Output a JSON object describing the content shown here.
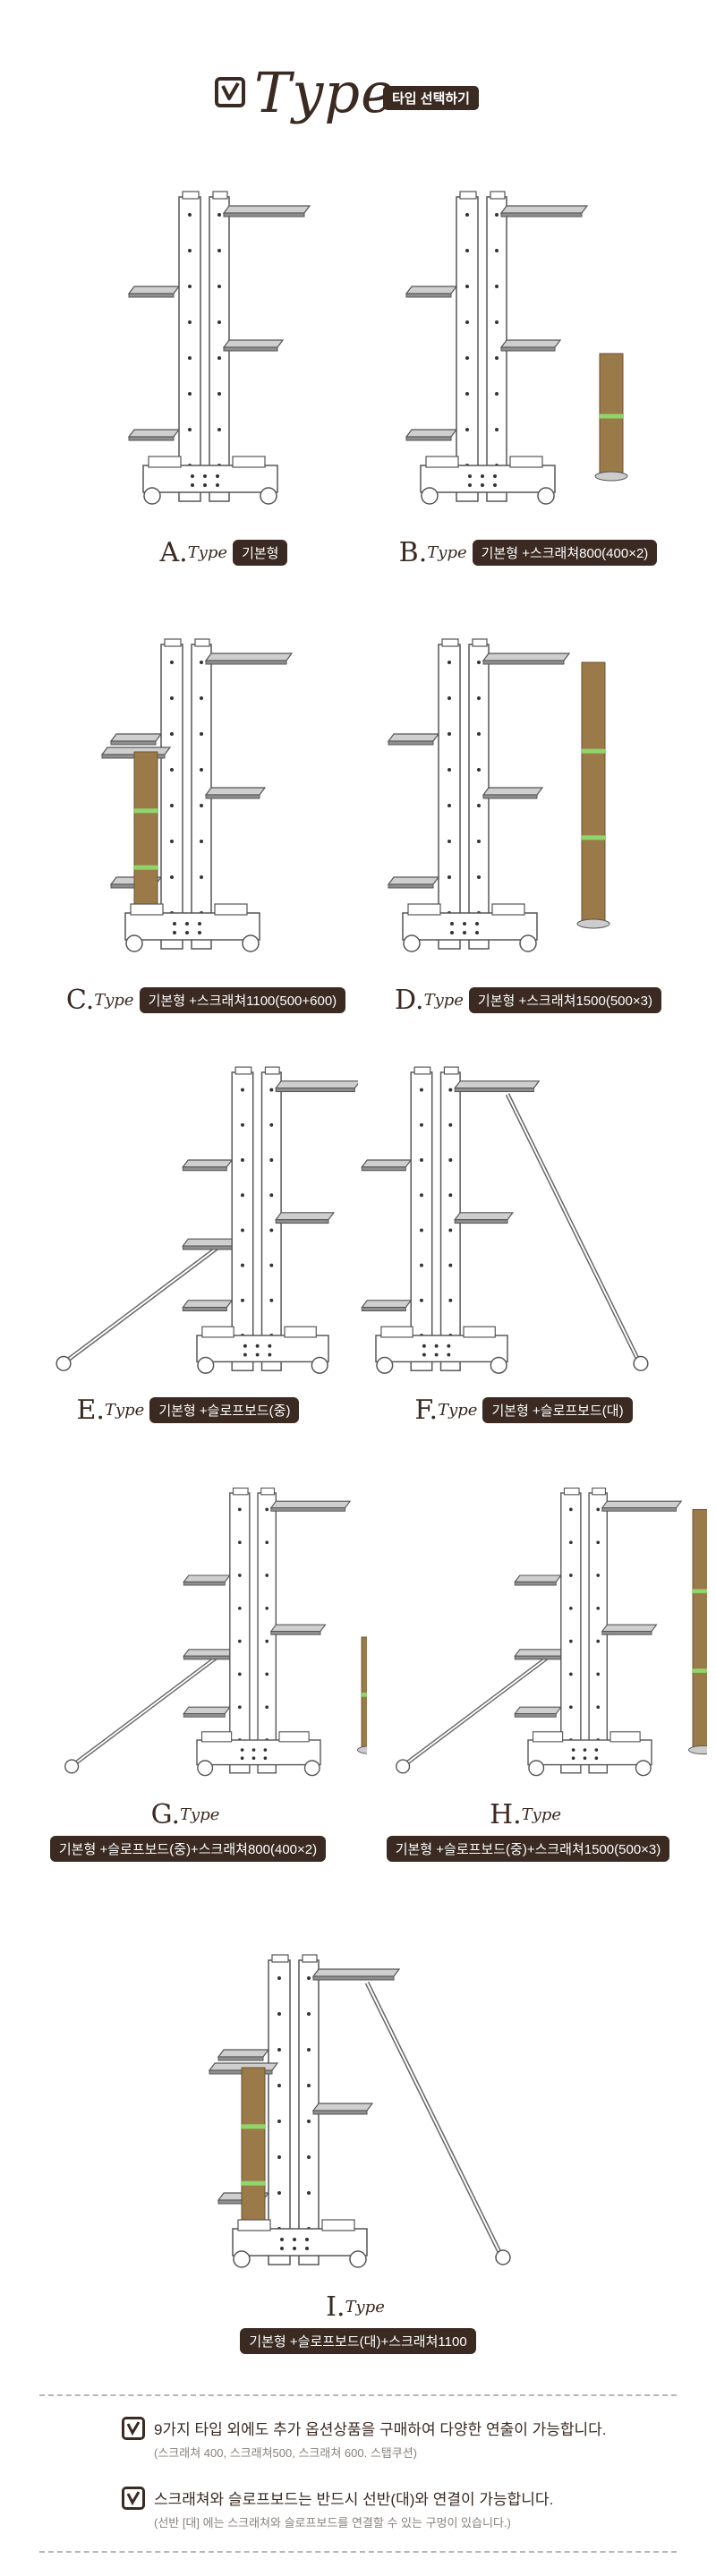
{
  "header": {
    "title": "Type",
    "subtitle_pill": "타입 선택하기",
    "icon": "check-box-icon"
  },
  "types": [
    {
      "letter": "A.",
      "word": "Type",
      "label": "기본형",
      "scratcher": "none",
      "slope": "none"
    },
    {
      "letter": "B.",
      "word": "Type",
      "label": "기본형 +스크래쳐800(400×2)",
      "scratcher": "800",
      "slope": "none"
    },
    {
      "letter": "C.",
      "word": "Type",
      "label": "기본형 +스크래쳐1100(500+600)",
      "scratcher": "1100",
      "slope": "none"
    },
    {
      "letter": "D.",
      "word": "Type",
      "label": "기본형 +스크래쳐1500(500×3)",
      "scratcher": "1500",
      "slope": "none"
    },
    {
      "letter": "E.",
      "word": "Type",
      "label": "기본형 +슬로프보드(중)",
      "scratcher": "none",
      "slope": "medium"
    },
    {
      "letter": "F.",
      "word": "Type",
      "label": "기본형 +슬로프보드(대)",
      "scratcher": "none",
      "slope": "large"
    },
    {
      "letter": "G.",
      "word": "Type",
      "label": "기본형 +슬로프보드(중)+스크래쳐800(400×2)",
      "scratcher": "800",
      "slope": "medium"
    },
    {
      "letter": "H.",
      "word": "Type",
      "label": "기본형 +슬로프보드(중)+스크래쳐1500(500×3)",
      "scratcher": "1500",
      "slope": "medium"
    },
    {
      "letter": "I.",
      "word": "Type",
      "label": "기본형 +슬로프보드(대)+스크래쳐1100",
      "scratcher": "1100",
      "slope": "large"
    }
  ],
  "notes": [
    {
      "main": "9가지 타입 외에도 추가 옵션상품을 구매하여 다양한 연출이 가능합니다.",
      "sub": "(스크래쳐 400, 스크래쳐500, 스크래쳐 600. 스탭쿠션)"
    },
    {
      "main": "스크래쳐와 슬로프보드는 반드시 선반(대)와 연결이 가능합니다.",
      "sub": "(선반 [대] 에는 스크래쳐와 슬로프보드를 연결할 수 있는 구멍이 있습니다.)"
    }
  ],
  "colors": {
    "brand_dark": "#3a2a22",
    "scratcher": "#9b7a4a",
    "scratcher_band": "#8fd66a",
    "frame_fill": "#ffffff",
    "shelf_fill": "#8f8f8f"
  }
}
